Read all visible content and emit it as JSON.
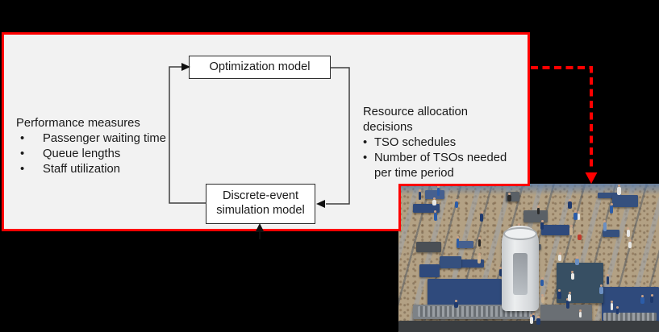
{
  "canvas": {
    "background": "#000000"
  },
  "frame": {
    "border_color": "#ff0000",
    "fill_color": "#f2f2f2"
  },
  "diagram": {
    "bullet": "•",
    "optimization_box": {
      "label": "Optimization model"
    },
    "simulation_box": {
      "line1": "Discrete-event",
      "line2": "simulation model"
    },
    "performance": {
      "title": "Performance measures",
      "items": [
        "Passenger waiting time",
        "Queue lengths",
        "Staff utilization"
      ]
    },
    "resources": {
      "title": "Resource allocation decisions",
      "items": [
        "TSO schedules",
        "Number of TSOs needed per time period"
      ]
    },
    "connector_color": "#404040",
    "arrowhead_color": "#111111"
  },
  "annotation_arrow": {
    "color": "#ff0000",
    "style": "dashed",
    "points_to": "checkpoint-photo"
  },
  "photo": {
    "alt": "Elevated view of a busy airport security screening checkpoint with TSA officers, passengers, conveyor lanes, X-ray machines and a cylindrical body scanner",
    "palette": {
      "floor": "#b3a184",
      "machine_blue": "#2f4a7c",
      "machine_blue2": "#35507e",
      "machine_gray": "#5a6066",
      "roller_gray": "#7d8287",
      "scanner_light": "#e3e5e7",
      "person_white": "#e8e8e6",
      "person_navy": "#1f3a6e",
      "person_tsa_blue": "#2b5ca8",
      "person_dark": "#2a2a2a",
      "person_lightblue": "#6b8fc2",
      "person_red": "#c0392b",
      "person_tan": "#c9b08e"
    }
  }
}
